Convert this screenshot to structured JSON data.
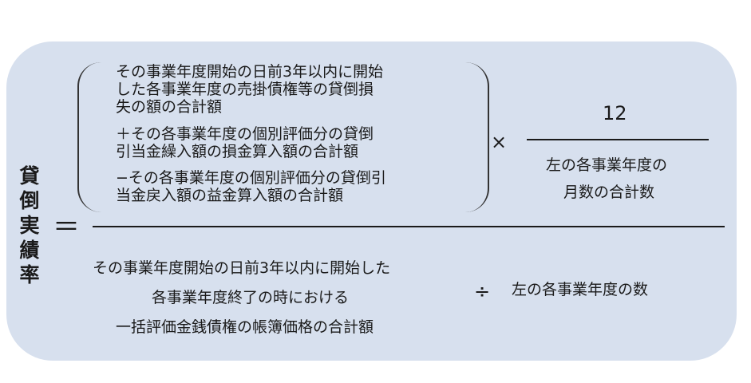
{
  "title_vertical": [
    "貸",
    "倒",
    "実",
    "績",
    "率"
  ],
  "equals": "＝",
  "numerator": {
    "lines": [
      "その事業年度開始の日前3年以内に開始",
      "した各事業年度の売掛債権等の貸倒損",
      "失の額の合計額",
      "＋その各事業年度の個別評価分の貸倒",
      "引当金繰入額の損金算入額の合計額",
      "−その各事業年度の個別評価分の貸倒引",
      "当金戻入額の益金算入額の合計額"
    ],
    "times": "×",
    "fraction_numerator": "12",
    "fraction_denominator": [
      "左の各事業年度の",
      "月数の合計数"
    ]
  },
  "denominator": {
    "lines": [
      "その事業年度開始の日前3年以内に開始した",
      "各事業年度終了の時における",
      "一括評価金銭債権の帳簿価格の合計額"
    ],
    "divide": "÷",
    "right_text": "左の各事業年度の数"
  },
  "colors": {
    "panel": "#d7e0ee",
    "text": "#1a1a1a"
  }
}
